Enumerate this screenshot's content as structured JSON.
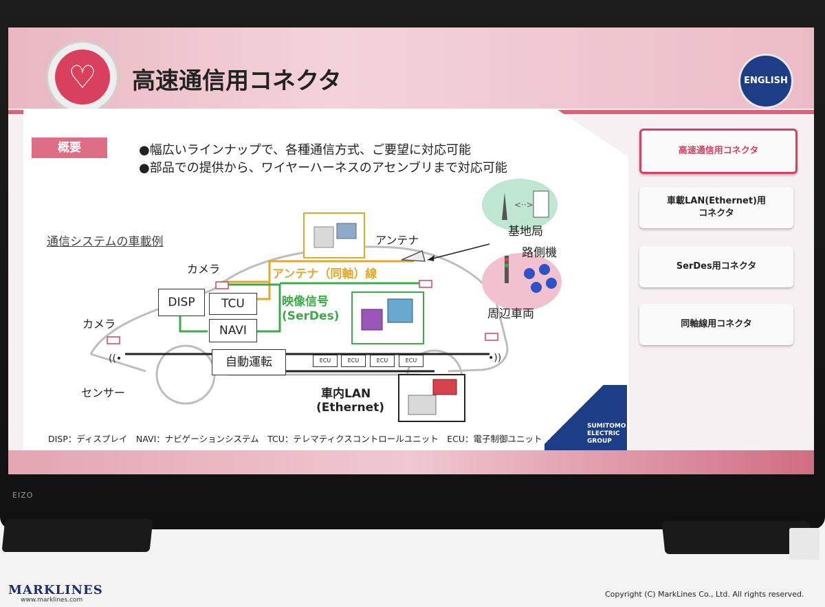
{
  "monitor_brand": "EIZO",
  "header": {
    "title": "高速通信用コネクタ",
    "english_button": "ENGLISH",
    "heart_icon": "heart-icon"
  },
  "overview": {
    "badge": "概要",
    "bullets": [
      "●幅広いラインナップで、各種通信方式、ご要望に対応可能",
      "●部品での提供から、ワイヤーハーネスのアセンブリまで対応可能"
    ]
  },
  "diagram": {
    "example_label": "通信システムの車載例",
    "camera_top": "カメラ",
    "camera_left": "カメラ",
    "sensor": "センサー",
    "disp": "DISP",
    "tcu": "TCU",
    "navi": "NAVI",
    "autonomous": "自動運転",
    "ecu": [
      "ECU",
      "ECU",
      "ECU",
      "ECU"
    ],
    "antenna": "アンテナ",
    "antenna_coax": "アンテナ（同軸）線",
    "video_signal_line1": "映像信号",
    "video_signal_line2": "(SerDes)",
    "invehicle_lan_line1": "車内LAN",
    "invehicle_lan_line2": "(Ethernet)",
    "base_station": "基地局",
    "roadside": "路側機",
    "surrounding": "周辺車両",
    "colors": {
      "antenna": "#e4a72a",
      "serdes": "#3bab4a",
      "accent": "#d8405d"
    }
  },
  "footnote": "DISP：ディスプレイ　NAVI：ナビゲーションシステム　TCU：テレマティクスコントロールユニット　ECU：電子制御ユニット",
  "brand": [
    "SUMITOMO",
    "ELECTRIC",
    "GROUP"
  ],
  "menu": [
    {
      "label": "高速通信用コネクタ",
      "active": true
    },
    {
      "label": "車載LAN(Ethernet)用\nコネクタ",
      "active": false
    },
    {
      "label": "SerDes用コネクタ",
      "active": false
    },
    {
      "label": "同軸線用コネクタ",
      "active": false
    }
  ],
  "watermark": {
    "logo": "MARKLINES",
    "url": "www.marklines.com",
    "copyright": "Copyright (C) MarkLines Co., Ltd. All rights reserved."
  }
}
